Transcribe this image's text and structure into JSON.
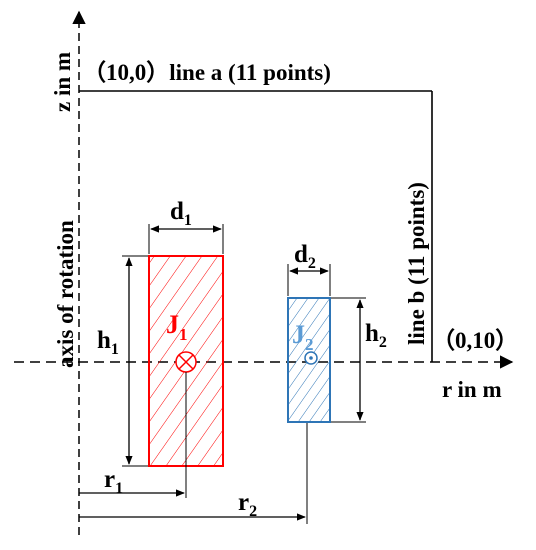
{
  "axes": {
    "z_label": "z in m",
    "r_label": "r in m",
    "rotation_label": "axis of rotation"
  },
  "lines": {
    "line_a": "（10,0）line a (11 points)",
    "line_b": "line b (11 points)",
    "point_b": "（0,10）"
  },
  "coil1": {
    "name": "J",
    "sub": "1",
    "d_label": "d",
    "d_sub": "1",
    "h_label": "h",
    "h_sub": "1",
    "r_label": "r",
    "r_sub": "1",
    "color": "#ff0000"
  },
  "coil2": {
    "name": "J",
    "sub": "2",
    "d_label": "d",
    "d_sub": "2",
    "h_label": "h",
    "h_sub": "2",
    "r_label": "r",
    "r_sub": "2",
    "color": "#2e75b6",
    "label_color": "#5b9bd5"
  }
}
